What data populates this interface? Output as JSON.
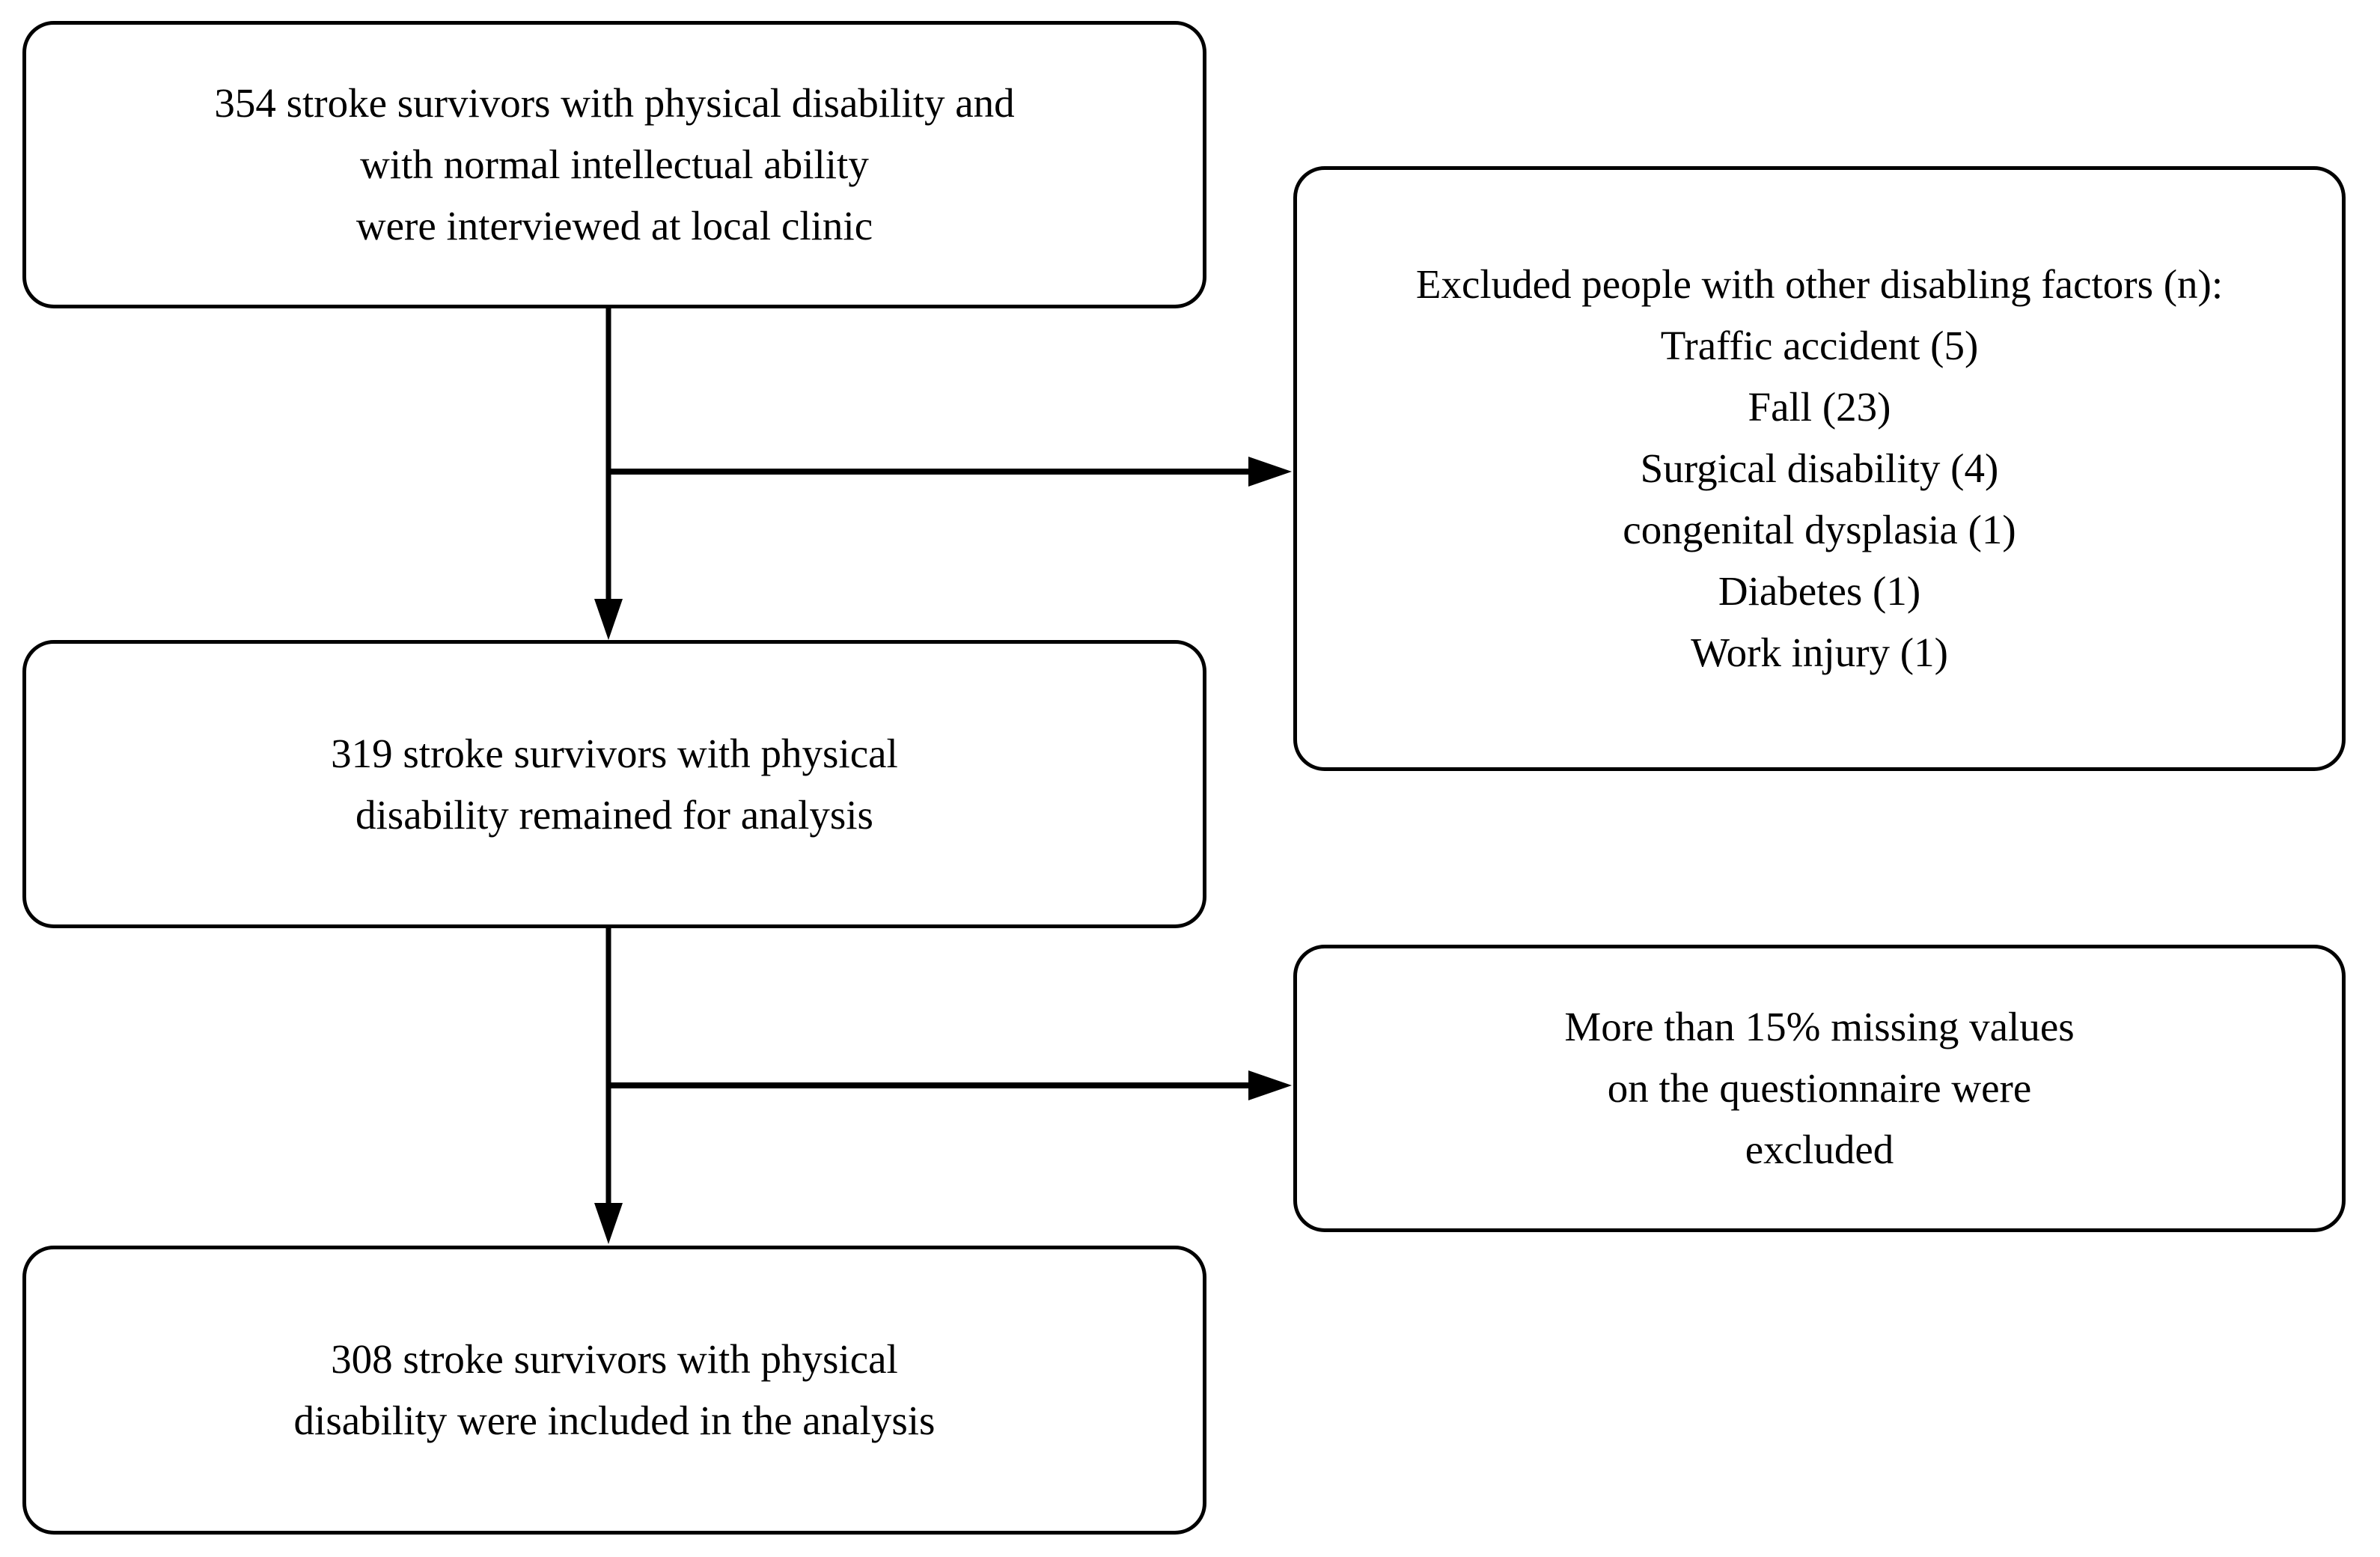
{
  "diagram": {
    "colors": {
      "background": "#ffffff",
      "box_fill": "#ffffff",
      "box_border": "#000000",
      "line": "#000000",
      "text": "#000000"
    },
    "boxes": {
      "interviewed": {
        "text": "354 stroke survivors with physical disability and\nwith normal intellectual ability\nwere interviewed at local clinic"
      },
      "excluded_factors": {
        "title": "Excluded people with other disabling factors (n):",
        "items": [
          "Traffic accident (5)",
          "Fall (23)",
          "Surgical disability (4)",
          "congenital dysplasia (1)",
          "Diabetes (1)",
          "Work injury (1)"
        ]
      },
      "remained": {
        "text": "319 stroke survivors with physical\ndisability remained for analysis"
      },
      "missing_values": {
        "text": "More than 15% missing values\non the questionnaire were\nexcluded"
      },
      "included": {
        "text": "308 stroke survivors with physical\ndisability were included in the analysis"
      }
    }
  }
}
